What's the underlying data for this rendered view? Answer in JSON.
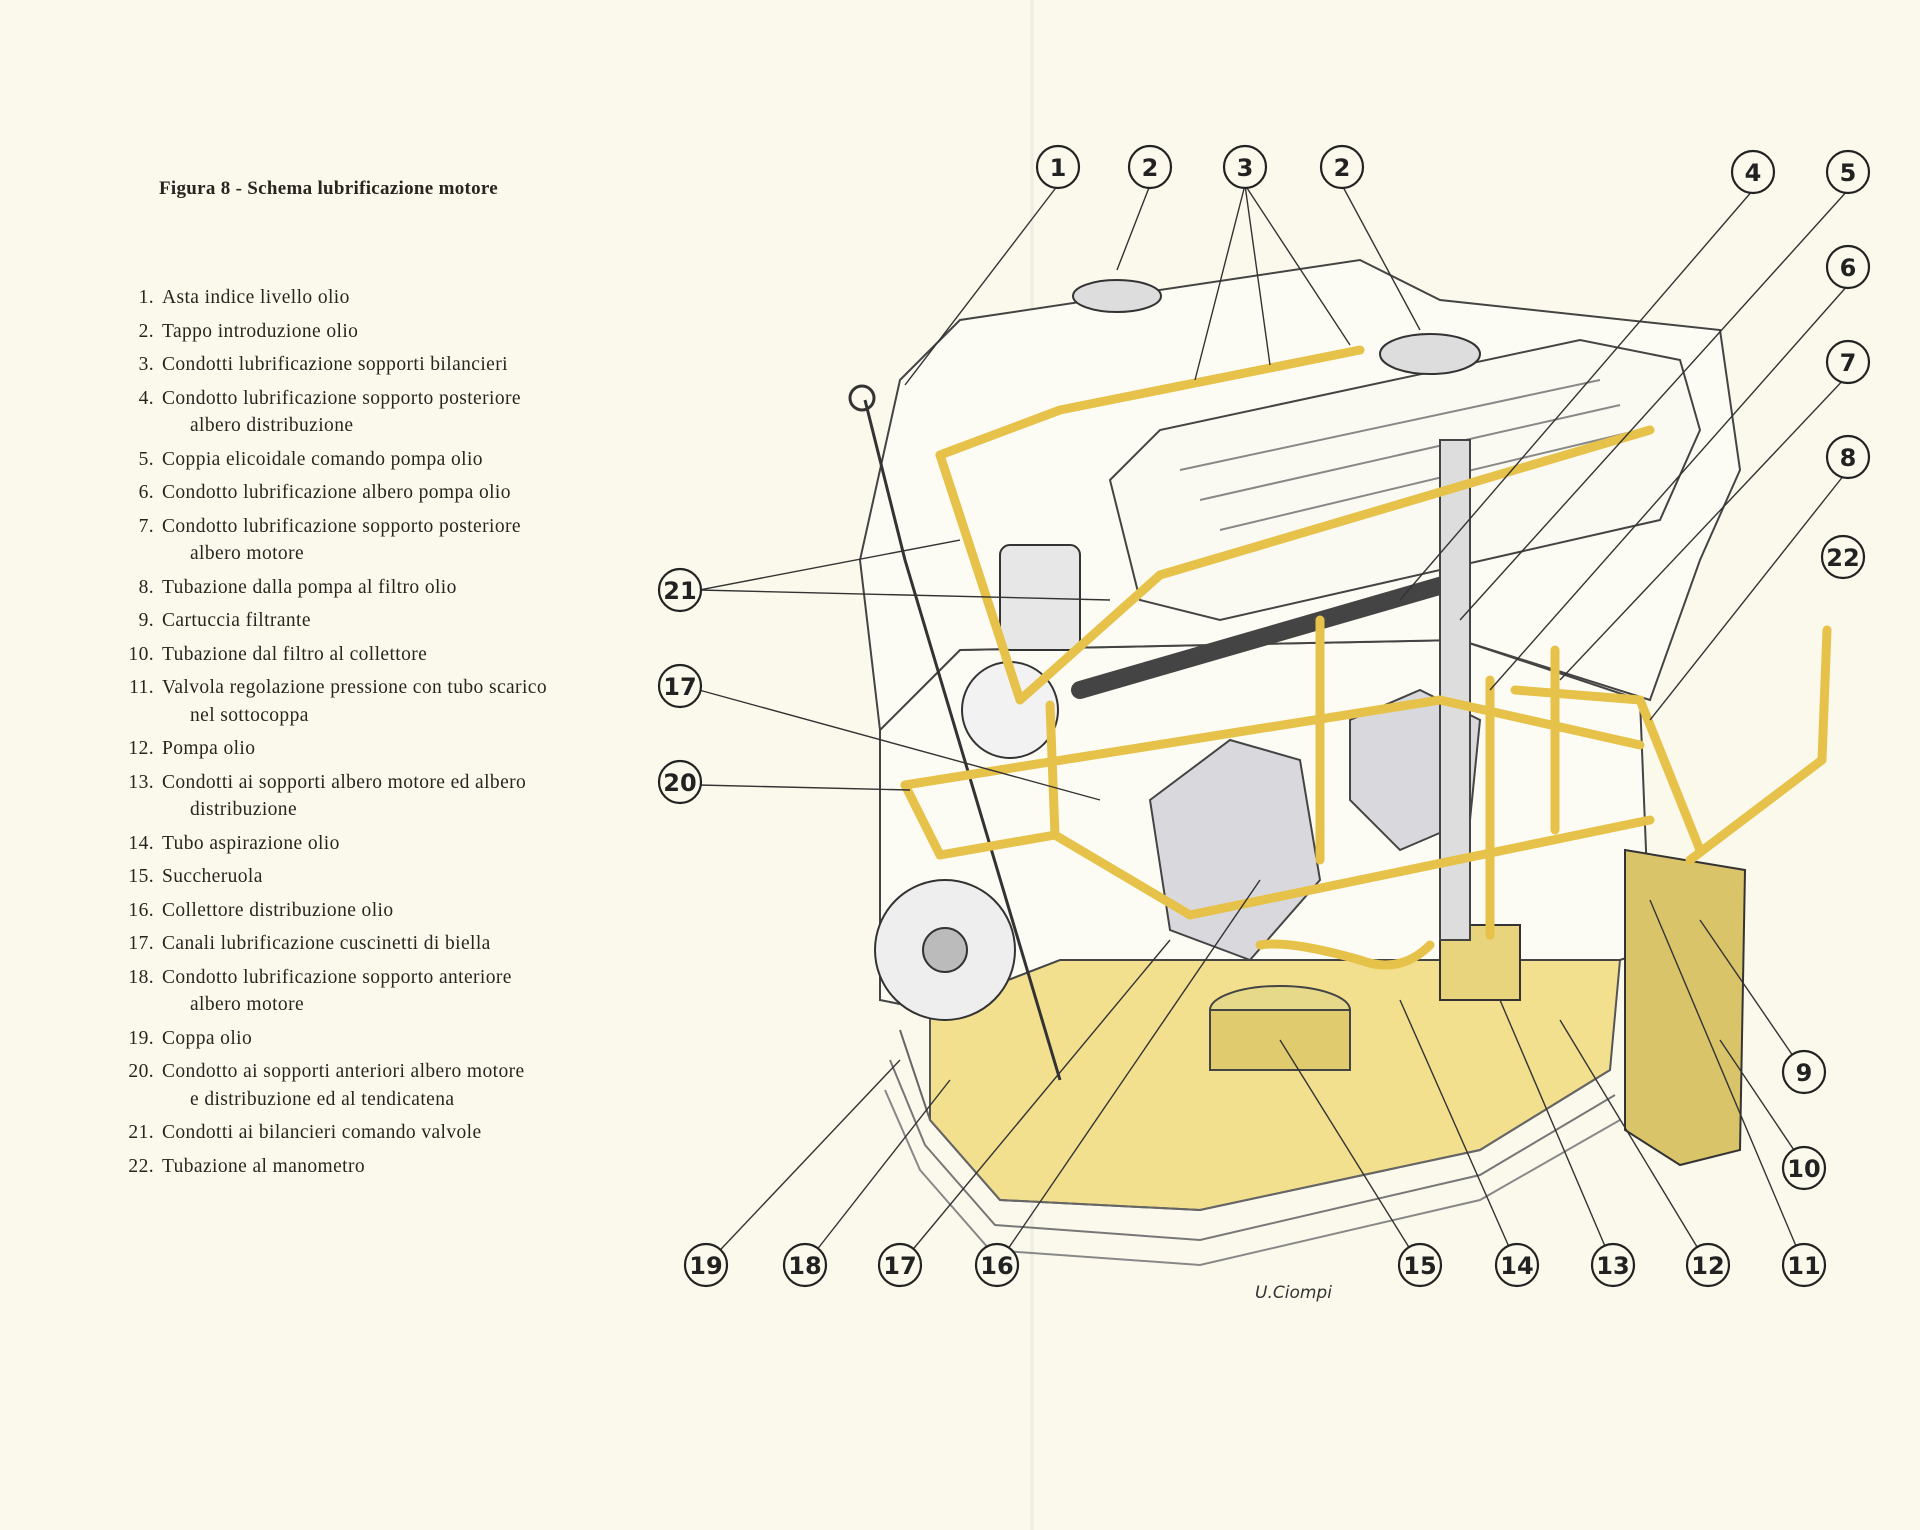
{
  "figure": {
    "title": "Figura 8 - Schema lubrificazione motore"
  },
  "legend": [
    {
      "num": "1.",
      "text": "Asta indice livello olio",
      "cont": ""
    },
    {
      "num": "2.",
      "text": "Tappo introduzione olio",
      "cont": ""
    },
    {
      "num": "3.",
      "text": "Condotti lubrificazione sopporti bilancieri",
      "cont": ""
    },
    {
      "num": "4.",
      "text": "Condotto lubrificazione sopporto posteriore",
      "cont": "albero distribuzione"
    },
    {
      "num": "5.",
      "text": "Coppia elicoidale comando pompa olio",
      "cont": ""
    },
    {
      "num": "6.",
      "text": "Condotto lubrificazione albero pompa olio",
      "cont": ""
    },
    {
      "num": "7.",
      "text": "Condotto lubrificazione sopporto posteriore",
      "cont": "albero motore"
    },
    {
      "num": "8.",
      "text": "Tubazione dalla pompa al filtro olio",
      "cont": ""
    },
    {
      "num": "9.",
      "text": "Cartuccia filtrante",
      "cont": ""
    },
    {
      "num": "10.",
      "text": "Tubazione dal filtro al collettore",
      "cont": ""
    },
    {
      "num": "11.",
      "text": "Valvola regolazione pressione con tubo scarico",
      "cont": "nel sottocoppa"
    },
    {
      "num": "12.",
      "text": "Pompa olio",
      "cont": ""
    },
    {
      "num": "13.",
      "text": "Condotti ai sopporti albero motore ed albero",
      "cont": "distribuzione"
    },
    {
      "num": "14.",
      "text": "Tubo aspirazione olio",
      "cont": ""
    },
    {
      "num": "15.",
      "text": "Succheruola",
      "cont": ""
    },
    {
      "num": "16.",
      "text": "Collettore distribuzione olio",
      "cont": ""
    },
    {
      "num": "17.",
      "text": "Canali lubrificazione cuscinetti di biella",
      "cont": ""
    },
    {
      "num": "18.",
      "text": "Condotto lubrificazione sopporto anteriore",
      "cont": "albero motore"
    },
    {
      "num": "19.",
      "text": "Coppa olio",
      "cont": ""
    },
    {
      "num": "20.",
      "text": "Condotto ai sopporti anteriori albero motore",
      "cont": "e distribuzione ed al tendicatena"
    },
    {
      "num": "21.",
      "text": "Condotti ai bilancieri comando valvole",
      "cont": ""
    },
    {
      "num": "22.",
      "text": "Tubazione al manometro",
      "cont": ""
    }
  ],
  "callouts": [
    "1",
    "2",
    "3",
    "2",
    "4",
    "5",
    "6",
    "7",
    "8",
    "22",
    "21",
    "17",
    "20",
    "9",
    "10",
    "19",
    "18",
    "17",
    "16",
    "15",
    "14",
    "13",
    "12",
    "11"
  ],
  "signature": "U.Ciompi",
  "colors": {
    "paper": "#fbf9ec",
    "oil": "#e6c24a",
    "sump": "#f3e08f",
    "ink": "#222222"
  }
}
